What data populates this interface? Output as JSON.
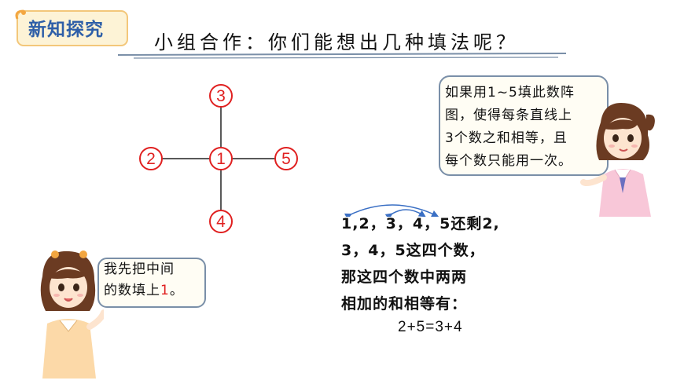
{
  "badge": {
    "label": "新知探究"
  },
  "title": "小组合作：你们能想出几种填法呢？",
  "diagram": {
    "top": "3",
    "left": "2",
    "center": "1",
    "right": "5",
    "bottom": "4"
  },
  "teacher_bubble": {
    "lines": [
      "如果用1~5填此数阵",
      "图，使得每条直线上",
      "3个数之和相等，且",
      "每个数只能用一次。"
    ]
  },
  "student_bubble": {
    "line1": "我先把中间",
    "line2_prefix": "的数填上",
    "line2_value": "1",
    "line2_suffix": "。"
  },
  "work": {
    "lines": [
      "1,2，3，4，5还剩2,",
      "3，4，5这四个数，",
      "那这四个数中两两",
      "相加的和相等有："
    ],
    "equation": "2+5=3+4"
  },
  "colors": {
    "accent": "#e02020",
    "badge": "#2e5fa8",
    "line": "#7a8fa8"
  }
}
